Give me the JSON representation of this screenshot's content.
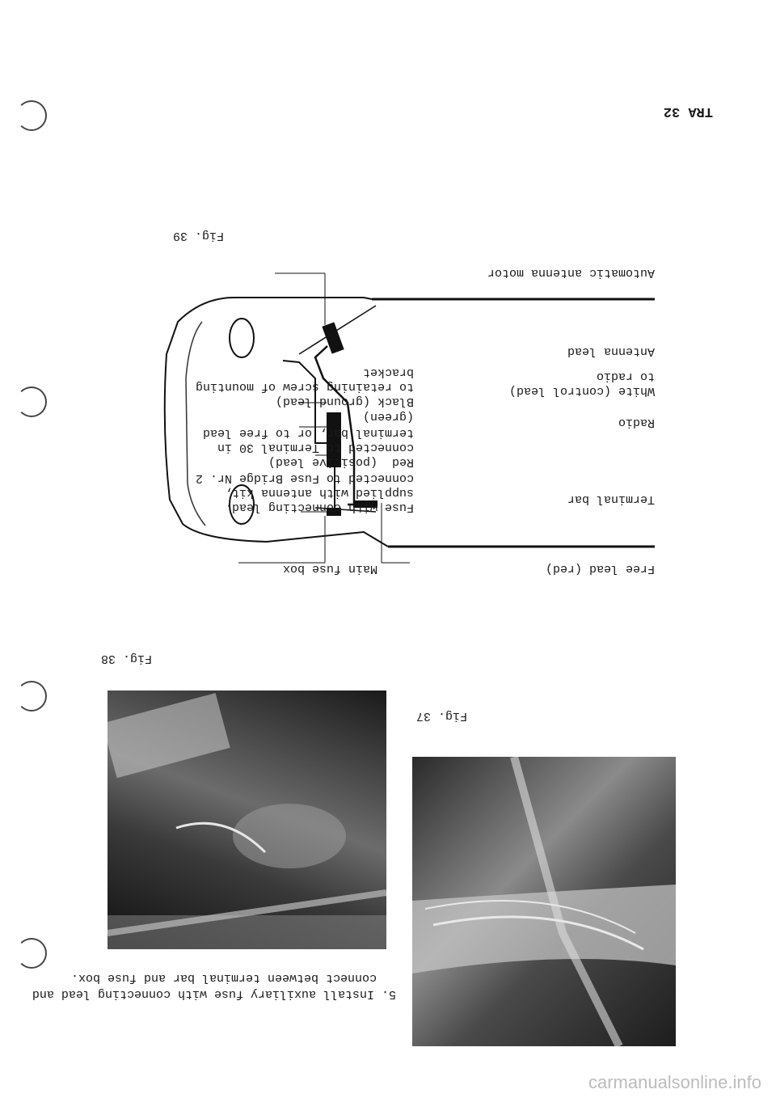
{
  "header": {
    "page_code": "TRA 32"
  },
  "step": {
    "line1": "5. Install auxiliary fuse with connecting lead and",
    "line2": "connect between terminal bar and fuse box."
  },
  "figures": {
    "fig37": "Fig. 37",
    "fig38": "Fig. 38",
    "fig39": "Fig. 39"
  },
  "diagram_labels": {
    "antenna_motor": "Automatic antenna motor",
    "antenna_lead": "Antenna lead",
    "white_lead_1": "White (control lead)",
    "white_lead_2": "to radio",
    "radio": "Radio",
    "terminal_bar": "Terminal bar",
    "free_lead": "Free lead (red)",
    "main_fuse_box": "Main fuse box",
    "fuse_1": "Fuse with connecting lead,",
    "fuse_2": "supplied with antenna kit,",
    "fuse_3": "connected to Fuse Bridge Nr. 2",
    "red_1": "Red  (positive lead)",
    "red_2": "connected to Terminal 30 in",
    "red_3": "terminal bar, or to free lead",
    "green": "(green)",
    "black_1": "Black (ground lead)",
    "black_2": "to retaining screw of mounting",
    "black_3": "bracket"
  },
  "watermark": "carmanualsonline.info"
}
